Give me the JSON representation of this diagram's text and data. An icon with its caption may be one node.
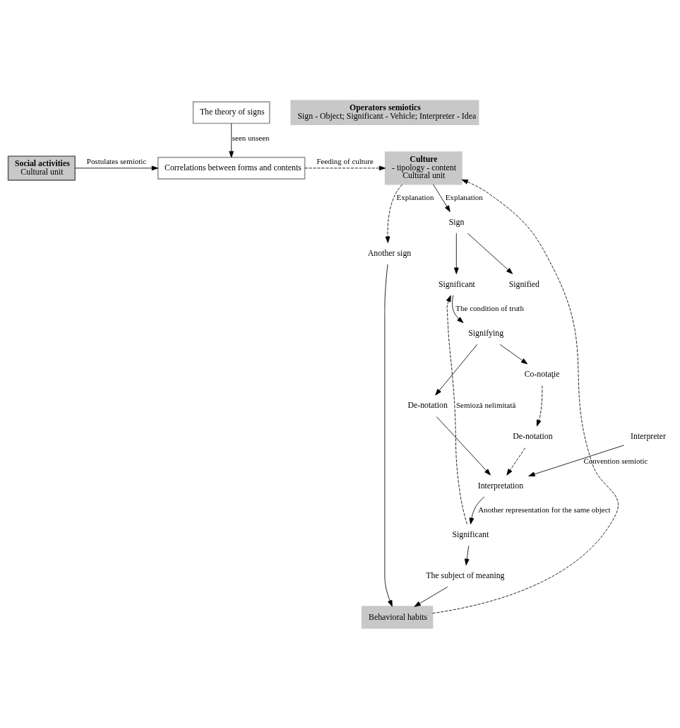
{
  "diagram": {
    "nodes": [
      {
        "text": [
          "Culture",
          "- tipology - content",
          "Cultural unit"
        ]
      },
      {
        "text": [
          "Correlations between forms and contents"
        ]
      },
      {
        "text": [
          "Social activities",
          "Cultural unit"
        ]
      },
      {
        "text": [
          "The theory of signs"
        ]
      },
      {
        "text": [
          "Operators semiotics",
          "Sign - Object; Significant - Vehicle; Interpreter - Idea"
        ]
      },
      {
        "text": [
          "Sign"
        ]
      },
      {
        "text": [
          "Significant"
        ]
      },
      {
        "text": [
          "Signified"
        ]
      },
      {
        "text": [
          "Signifying"
        ]
      },
      {
        "text": [
          "Interpreter"
        ]
      },
      {
        "text": [
          "Co-notaţie"
        ]
      },
      {
        "text": [
          "De-notation"
        ]
      },
      {
        "text": [
          "De-notation"
        ]
      },
      {
        "text": [
          "Interpretation"
        ]
      },
      {
        "text": [
          "Significant"
        ]
      },
      {
        "text": [
          "The subject of meaning"
        ]
      },
      {
        "text": [
          "Another sign"
        ]
      },
      {
        "text": [
          "Behavioral habits"
        ]
      }
    ],
    "edges": [
      {
        "from": 1,
        "to": 0,
        "arrow": "to",
        "label": "Feeding of culture",
        "style": "dashed"
      },
      {
        "from": 2,
        "to": 1,
        "arrow": "to",
        "label": "Postulates semiotic"
      },
      {
        "from": 3,
        "to": 1,
        "arrow": "to",
        "label": "seen unseen"
      },
      {
        "from": 0,
        "to": 16,
        "arrow": "to",
        "label": "Explanation",
        "style": "dashed"
      },
      {
        "from": 0,
        "to": 5,
        "arrow": "to",
        "label": "Explanation"
      },
      {
        "from": 5,
        "to": 6,
        "arrow": "to"
      },
      {
        "from": 5,
        "to": 7,
        "arrow": "to"
      },
      {
        "from": 6,
        "to": 8,
        "arrow": "to",
        "label": "The condition of truth"
      },
      {
        "from": 8,
        "to": 11,
        "arrow": "to"
      },
      {
        "from": 8,
        "to": 10,
        "arrow": "to"
      },
      {
        "from": 9,
        "to": 13,
        "arrow": "to",
        "label": "Convention semiotic"
      },
      {
        "from": 11,
        "to": 13,
        "arrow": "to"
      },
      {
        "from": 10,
        "to": 12,
        "arrow": "to",
        "style": "dashed"
      },
      {
        "from": 12,
        "to": 13,
        "arrow": "to",
        "style": "dashed"
      },
      {
        "from": 13,
        "to": 14,
        "arrow": "to",
        "label": "Another representation for the same object"
      },
      {
        "from": 14,
        "to": 6,
        "arrow": "to",
        "label": "Semioză nelimitată",
        "style": "dashed"
      },
      {
        "from": 14,
        "to": 15,
        "arrow": "to"
      },
      {
        "from": 15,
        "to": 17,
        "arrow": "to"
      },
      {
        "from": 16,
        "to": 17,
        "arrow": "to"
      },
      {
        "from": 17,
        "to": 0,
        "arrow": "to",
        "style": "dashed"
      }
    ]
  }
}
